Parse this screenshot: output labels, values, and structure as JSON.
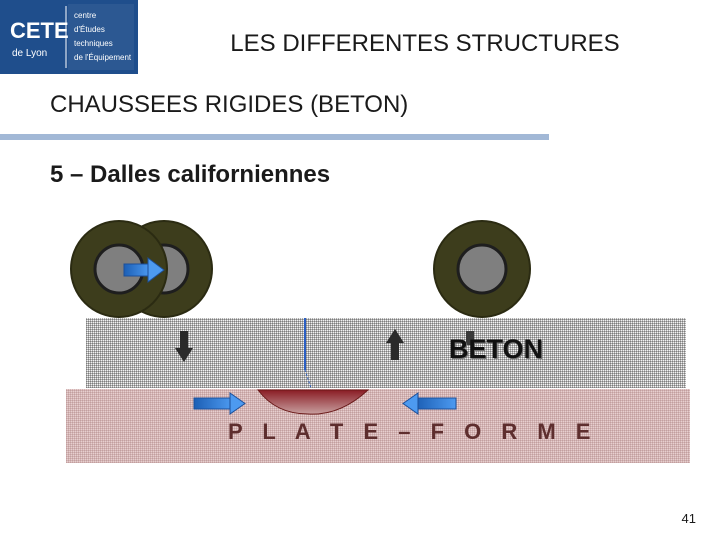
{
  "logo": {
    "brand": "CETE",
    "city": "de Lyon",
    "lines": [
      "centre",
      "d'Études",
      "techniques",
      "de l'Équipement"
    ]
  },
  "header": {
    "title": "LES DIFFERENTES STRUCTURES"
  },
  "subtitle": "CHAUSSEES RIGIDES (BETON)",
  "section_title": "5 – Dalles californiennes",
  "diagram": {
    "slab_label": "BETON",
    "subgrade_label": "P L A T E – F O R M E"
  },
  "colors": {
    "logo_blue": "#1f4e8c",
    "tire": "#3d3d1c",
    "hub": "#7f7f7f",
    "arrow_blue": "#2a78d4",
    "subgrade": "#e7cfcf",
    "subgrade_text": "#5e2e2e",
    "rule": "#a2b8d6"
  },
  "page_number": "41"
}
